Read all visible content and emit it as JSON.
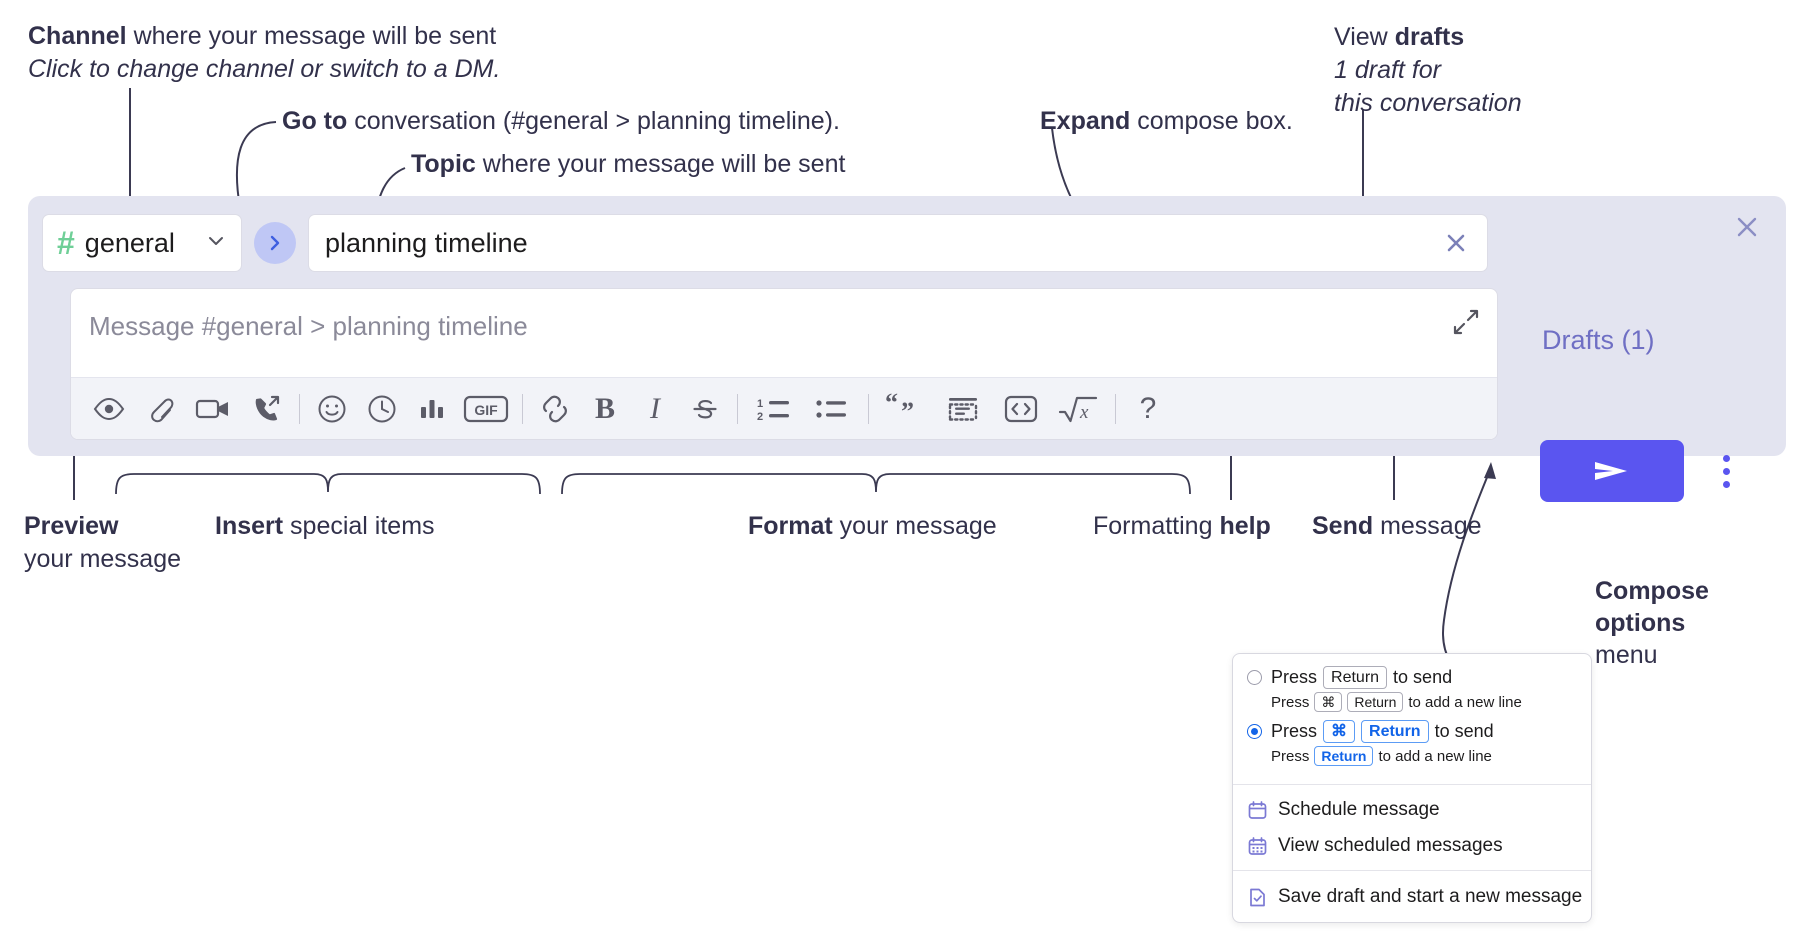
{
  "annotations": {
    "channel": {
      "bold": "Channel",
      "rest": " where your message will be sent",
      "italic": "Click to change channel or switch to a DM."
    },
    "goto": {
      "bold": "Go to",
      "rest": " conversation (#general > planning timeline)."
    },
    "topic": {
      "bold": "Topic",
      "rest": " where your message will be sent"
    },
    "expand": {
      "bold": "Expand",
      "rest": " compose box."
    },
    "drafts": {
      "pre": "View ",
      "bold": "drafts",
      "italic1": "1 draft for",
      "italic2": "this conversation"
    },
    "preview": {
      "bold": "Preview",
      "rest": "your message"
    },
    "insert": {
      "bold": "Insert",
      "rest": " special items"
    },
    "format": {
      "bold": "Format",
      "rest": " your message"
    },
    "help": {
      "pre": "Formatting ",
      "bold": "help"
    },
    "send": {
      "bold": "Send",
      "rest": " message"
    },
    "compose_menu": {
      "bold1": "Compose",
      "bold2": "options",
      "rest": "menu"
    }
  },
  "compose": {
    "channel_name": "general",
    "hash_symbol": "#",
    "topic_value": "planning timeline",
    "message_placeholder": "Message #general > planning timeline",
    "drafts_label": "Drafts (1)",
    "toolbar": [
      {
        "name": "preview-icon",
        "label": "Preview"
      },
      {
        "name": "attachment-icon",
        "label": "Attach file"
      },
      {
        "name": "video-icon",
        "label": "Record video clip"
      },
      {
        "name": "audio-call-icon",
        "label": "Record audio clip"
      },
      {
        "name": "emoji-icon",
        "label": "Emoji"
      },
      {
        "name": "clock-icon",
        "label": "Reminder"
      },
      {
        "name": "poll-icon",
        "label": "Poll"
      },
      {
        "name": "gif-icon",
        "label": "GIF"
      },
      {
        "name": "link-icon",
        "label": "Link"
      },
      {
        "name": "bold-icon",
        "label": "B"
      },
      {
        "name": "italic-icon",
        "label": "I"
      },
      {
        "name": "strikethrough-icon",
        "label": "S"
      },
      {
        "name": "ordered-list-icon",
        "label": "Ordered list"
      },
      {
        "name": "bulleted-list-icon",
        "label": "Bulleted list"
      },
      {
        "name": "blockquote-icon",
        "label": "Blockquote"
      },
      {
        "name": "code-block-icon",
        "label": "Code block"
      },
      {
        "name": "inline-code-icon",
        "label": "Inline code"
      },
      {
        "name": "math-icon",
        "label": "Math"
      },
      {
        "name": "help-icon",
        "label": "?"
      }
    ],
    "gif_label": "GIF",
    "bold_label": "B",
    "italic_label": "I",
    "help_label": "?"
  },
  "menu": {
    "option1": {
      "press": "Press",
      "key": "Return",
      "tail": "to send",
      "sub_press": "Press",
      "sub_key1": "⌘",
      "sub_key2": "Return",
      "sub_tail": "to add a new line",
      "selected": false
    },
    "option2": {
      "press": "Press",
      "key1": "⌘",
      "key2": "Return",
      "tail": "to send",
      "sub_press": "Press",
      "sub_key": "Return",
      "sub_tail": "to add a new line",
      "selected": true
    },
    "items": [
      {
        "icon": "calendar-icon",
        "label": "Schedule message"
      },
      {
        "icon": "calendar-grid-icon",
        "label": "View scheduled messages"
      },
      {
        "icon": "save-draft-icon",
        "label": "Save draft and start a new message"
      }
    ]
  },
  "colors": {
    "panel_bg": "#e3e4f0",
    "send_purple": "#5a55f0",
    "hash_green": "#6fcf97",
    "drafts_purple": "#6f6fc4",
    "radio_blue": "#1264e8"
  }
}
